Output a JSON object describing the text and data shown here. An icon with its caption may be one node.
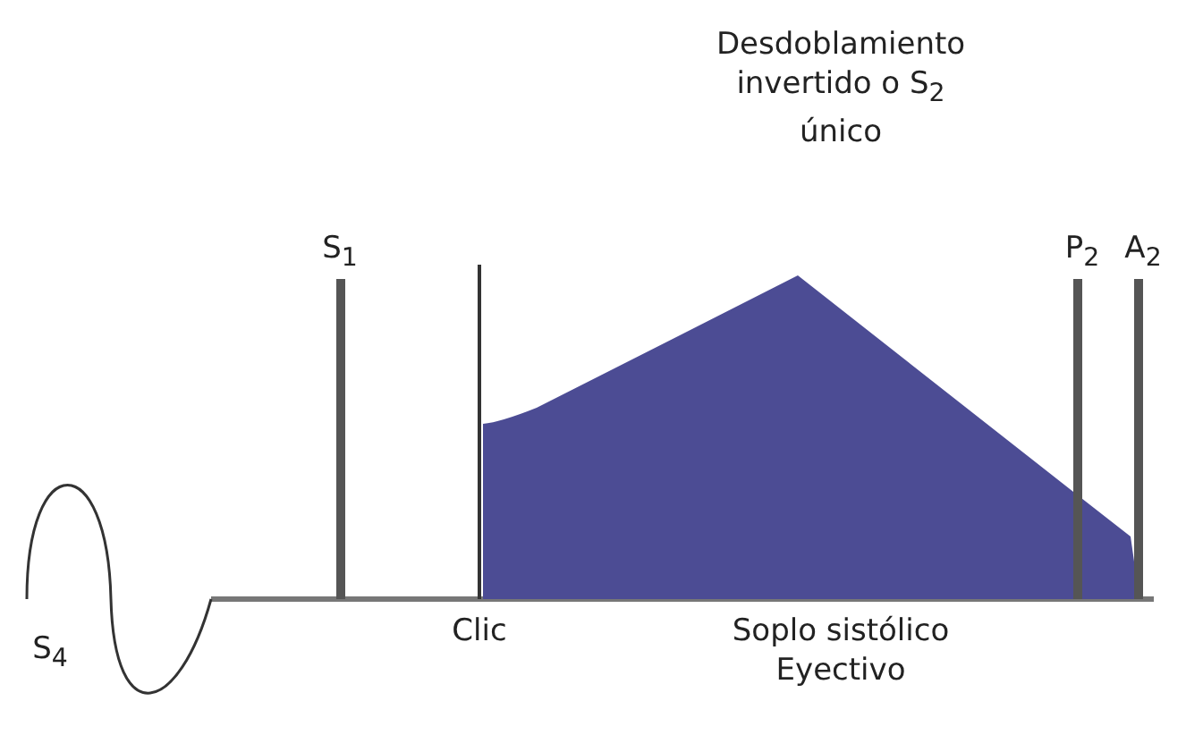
{
  "diagram": {
    "labels": [
      "Desdoblamiento invertido o S$_{2}$ único",
      "S$_{1}$",
      "P$_{2}$",
      "A$_{2}$",
      "S$_{4}$",
      "Clic",
      "Soplo sistólico Eyectivo"
    ]
  }
}
